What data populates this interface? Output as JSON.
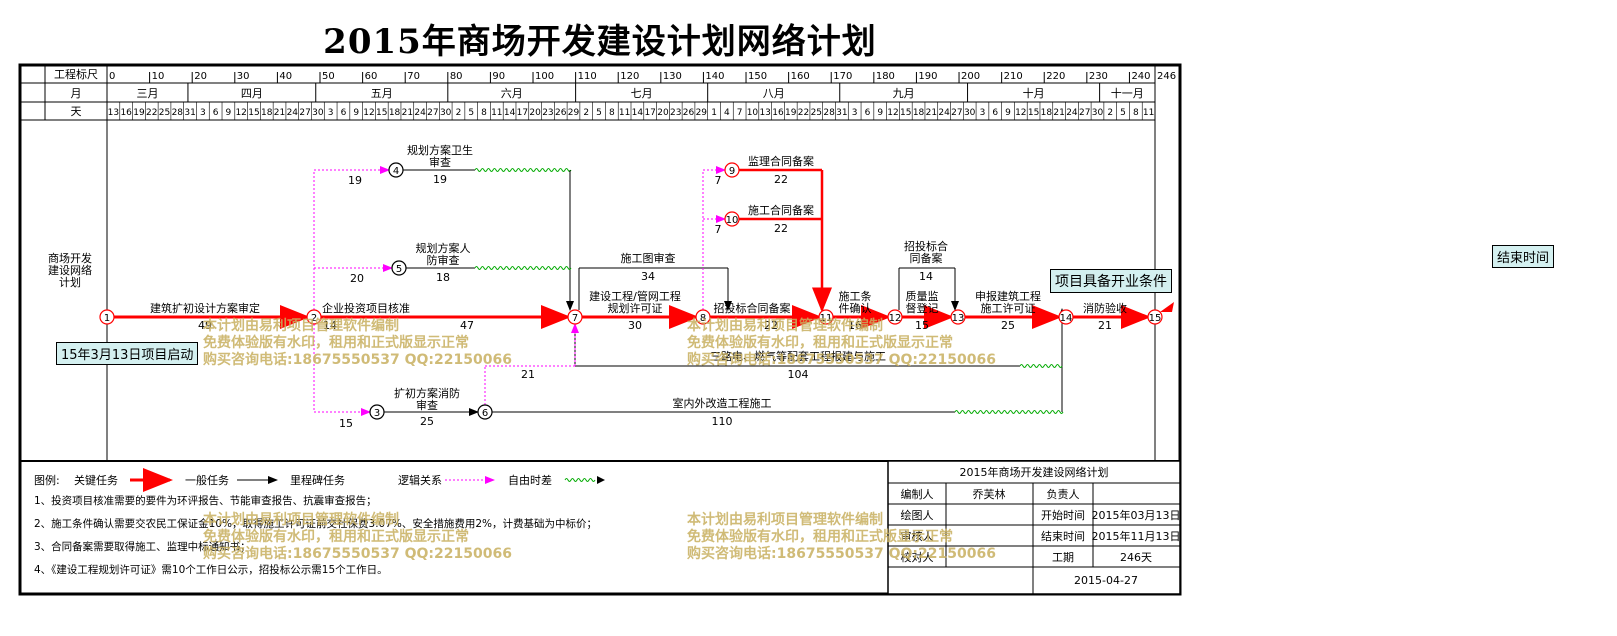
{
  "title": "2015年商场开发建设计划网络计划",
  "header": {
    "ruler_label": "工程标尺",
    "month_label": "月",
    "day_label": "天",
    "ticks": [
      "0",
      "10",
      "20",
      "30",
      "40",
      "50",
      "60",
      "70",
      "80",
      "90",
      "100",
      "110",
      "120",
      "130",
      "140",
      "150",
      "160",
      "170",
      "180",
      "190",
      "200",
      "210",
      "220",
      "230",
      "240",
      "246"
    ],
    "months": [
      "三月",
      "四月",
      "五月",
      "六月",
      "七月",
      "八月",
      "九月",
      "十月",
      "十一月"
    ],
    "days": [
      "13",
      "16",
      "19",
      "22",
      "25",
      "28",
      "31",
      "3",
      "6",
      "9",
      "12",
      "15",
      "18",
      "21",
      "24",
      "27",
      "30",
      "3",
      "6",
      "9",
      "12",
      "15",
      "18",
      "21",
      "24",
      "27",
      "30",
      "2",
      "5",
      "8",
      "11",
      "14",
      "17",
      "20",
      "23",
      "26",
      "29",
      "2",
      "5",
      "8",
      "11",
      "14",
      "17",
      "20",
      "23",
      "26",
      "29",
      "1",
      "4",
      "7",
      "10",
      "13",
      "16",
      "19",
      "22",
      "25",
      "28",
      "31",
      "3",
      "6",
      "9",
      "12",
      "15",
      "18",
      "21",
      "24",
      "27",
      "30",
      "3",
      "6",
      "9",
      "12",
      "15",
      "18",
      "21",
      "24",
      "27",
      "30",
      "2",
      "5",
      "8",
      "11"
    ]
  },
  "project_label": "商场开发\n建设网络\n计划",
  "nodes": [
    "1",
    "2",
    "3",
    "4",
    "5",
    "6",
    "7",
    "8",
    "9",
    "10",
    "11",
    "12",
    "13",
    "14",
    "15"
  ],
  "activities": [
    {
      "name": "建筑扩初设计方案审定",
      "duration": "49"
    },
    {
      "name": "企业投资项目核准",
      "duration": "14"
    },
    {
      "name": "",
      "duration": "47"
    },
    {
      "name": "规划方案卫生\n审查",
      "duration": "19"
    },
    {
      "name": "规划方案人\n防审查",
      "duration": "18"
    },
    {
      "name": "扩初方案消防\n审查",
      "duration": "25"
    },
    {
      "name": "施工图审查",
      "duration": "34"
    },
    {
      "name": "建设工程/管网工程\n规划许可证",
      "duration": "30"
    },
    {
      "name": "监理合同备案",
      "duration": "22"
    },
    {
      "name": "施工合同备案",
      "duration": "22"
    },
    {
      "name": "招投标合同备案",
      "duration": "22"
    },
    {
      "name": "施工条\n件确认",
      "duration": "16"
    },
    {
      "name": "质量监\n督登记",
      "duration": "15"
    },
    {
      "name": "招投标合\n同备案",
      "duration": "14"
    },
    {
      "name": "申报建筑工程\n施工许可证",
      "duration": "25"
    },
    {
      "name": "消防验收",
      "duration": "21"
    },
    {
      "name": "室内外改造工程施工",
      "duration": "110"
    },
    {
      "name": "三路电、燃气等配套工程报建与施工",
      "duration": "104"
    },
    {
      "name": "",
      "duration": "21"
    }
  ],
  "lags": [
    "19",
    "20",
    "15",
    "7",
    "7"
  ],
  "start_label": "15年3月13日项目启动",
  "end_label": "项目具备开业条件",
  "finish_label": "结束时间",
  "legend": {
    "title": "图例:",
    "critical": "关键任务",
    "normal": "一般任务",
    "milestone": "里程碑任务",
    "logic": "逻辑关系",
    "float": "自由时差"
  },
  "notes": [
    "1、投资项目核准需要的要件为环评报告、节能审查报告、抗震审查报告；",
    "2、施工条件确认需要交农民工保证金10%，取得施工许可证前交社保费3.07%、安全措施费用2%，计费基础为中标价；",
    "3、合同备案需要取得施工、监理中标通知书；",
    "4、《建设工程规划许可证》需10个工作日公示，招投标公示需15个工作日。"
  ],
  "info": {
    "title": "2015年商场开发建设网络计划",
    "author_label": "编制人",
    "author": "乔芙林",
    "owner_label": "负责人",
    "owner": "",
    "drawer_label": "绘图人",
    "start_label": "开始时间",
    "start": "2015年03月13日",
    "reviewer_label": "审核人",
    "end_label": "结束时间",
    "end": "2015年11月13日",
    "checker_label": "校对人",
    "period_label": "工期",
    "period": "246天",
    "date": "2015-04-27"
  },
  "watermark": [
    "本计划由易利项目管理软件编制",
    "免费体验版有水印，租用和正式版显示正常",
    "购买咨询电话:18675550537 QQ:22150066"
  ],
  "colors": {
    "critical": "#ff0000",
    "logic": "#ff00ff",
    "float": "#00aa00",
    "tag": "#d4f0f0"
  }
}
